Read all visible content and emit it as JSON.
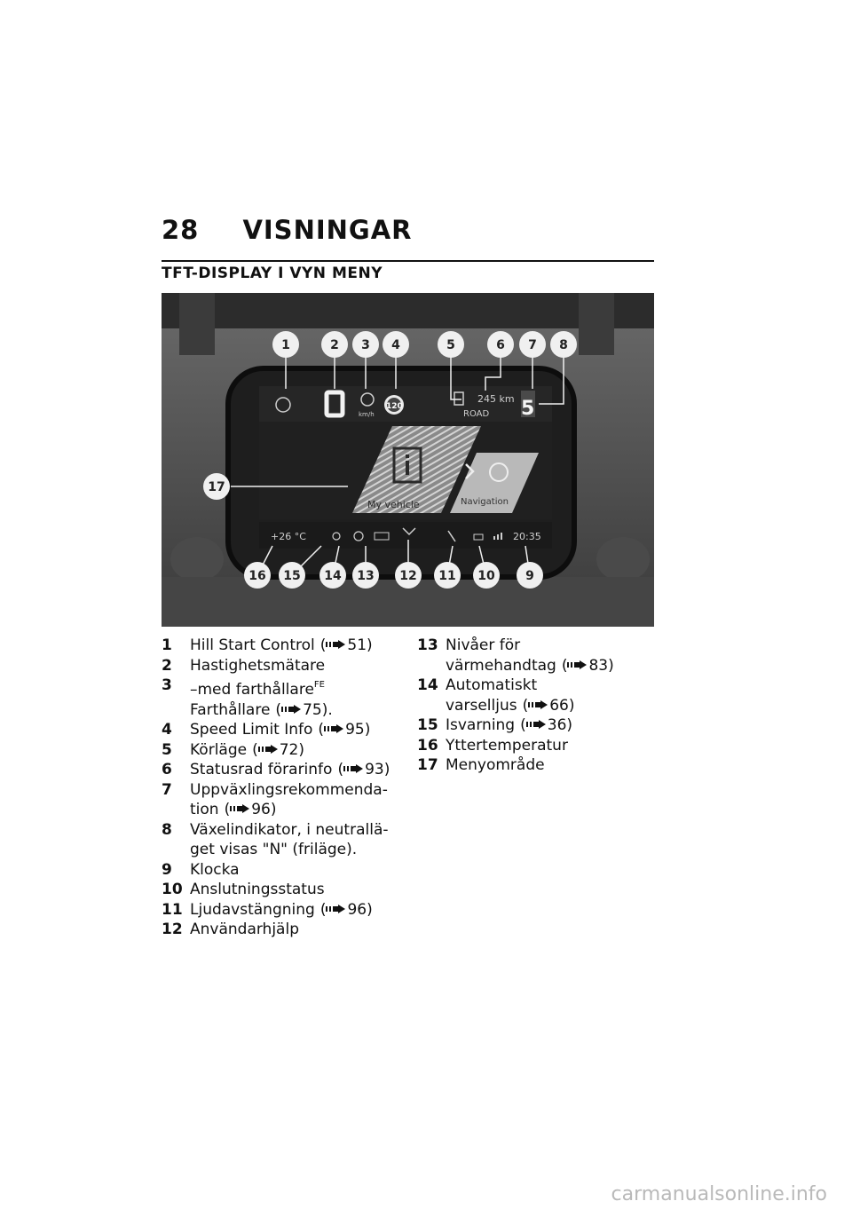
{
  "header": {
    "page_number": "28",
    "title": "VISNINGAR"
  },
  "section": {
    "title": "TFT-DISPLAY I VYN MENY"
  },
  "figure": {
    "callouts_top": [
      "1",
      "2",
      "3",
      "4",
      "5",
      "6",
      "7",
      "8"
    ],
    "callouts_bottom": [
      "16",
      "15",
      "14",
      "13",
      "12",
      "11",
      "10",
      "9"
    ],
    "callout_side": "17",
    "screen": {
      "range": "245 km",
      "mode": "ROAD",
      "speed_limit": "120",
      "speed_unit": "km/h",
      "gear": "5",
      "menu_left_label": "My vehicle",
      "menu_right_label": "Navigation",
      "temperature": "+26 °C",
      "clock": "20:35"
    }
  },
  "legend_left": [
    {
      "num": "1",
      "text": "Hill Start Control",
      "ref": "51)"
    },
    {
      "num": "2",
      "text": "Hastighetsmätare"
    },
    {
      "num": "3",
      "text": "–med farthållare",
      "sup": "FE"
    },
    {
      "num": "",
      "text": "Farthållare",
      "ref": "75)."
    },
    {
      "num": "4",
      "text": "Speed Limit Info",
      "ref": "95)"
    },
    {
      "num": "5",
      "text": "Körläge",
      "ref": "72)"
    },
    {
      "num": "6",
      "text": "Statusrad förarinfo",
      "ref": "93)"
    },
    {
      "num": "7",
      "text": "Uppväxlingsrekommenda- tion",
      "ref": "96)"
    },
    {
      "num": "8",
      "text": "Växelindikator, i neutrallä- get visas \"N\" (friläge)."
    },
    {
      "num": "9",
      "text": "Klocka"
    },
    {
      "num": "10",
      "text": "Anslutningsstatus"
    },
    {
      "num": "11",
      "text": "Ljudavstängning",
      "ref": "96)"
    },
    {
      "num": "12",
      "text": "Användarhjälp"
    }
  ],
  "legend_right": [
    {
      "num": "13",
      "text": "Nivåer för värmehandtag",
      "ref": "83)"
    },
    {
      "num": "14",
      "text": "Automatiskt varselljus",
      "ref": "66)"
    },
    {
      "num": "15",
      "text": "Isvarning",
      "ref": "36)"
    },
    {
      "num": "16",
      "text": "Yttertemperatur"
    },
    {
      "num": "17",
      "text": "Menyområde"
    }
  ],
  "footer": {
    "watermark": "carmanualsonline.info"
  }
}
